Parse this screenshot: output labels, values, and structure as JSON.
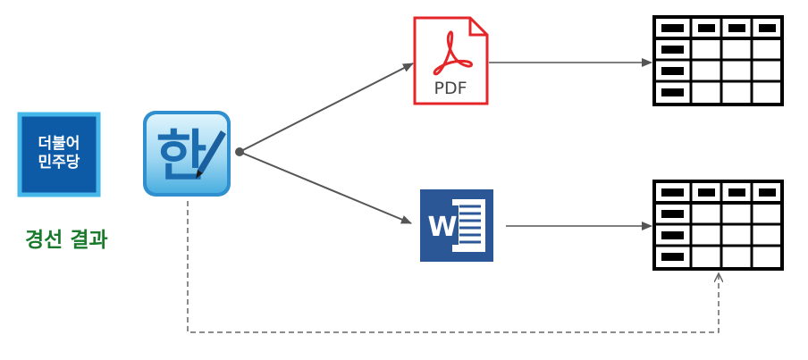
{
  "party_logo": {
    "line1": "더불어",
    "line2": "민주당",
    "bg_color": "#0d5aa7",
    "border_color": "#45b7e8"
  },
  "caption": {
    "text": "경선  결과",
    "color": "#1a7a2c"
  },
  "hwp_icon": {
    "glyph": "한",
    "icon": "hangul-word-processor-icon"
  },
  "pdf_icon": {
    "label": "PDF",
    "icon": "adobe-acrobat-icon",
    "accent": "#e52629"
  },
  "word_icon": {
    "letter": "W",
    "icon": "microsoft-word-icon",
    "color": "#2b5797"
  },
  "colors": {
    "arrow": "#555555",
    "dashed": "#666666",
    "table": "#000000"
  }
}
